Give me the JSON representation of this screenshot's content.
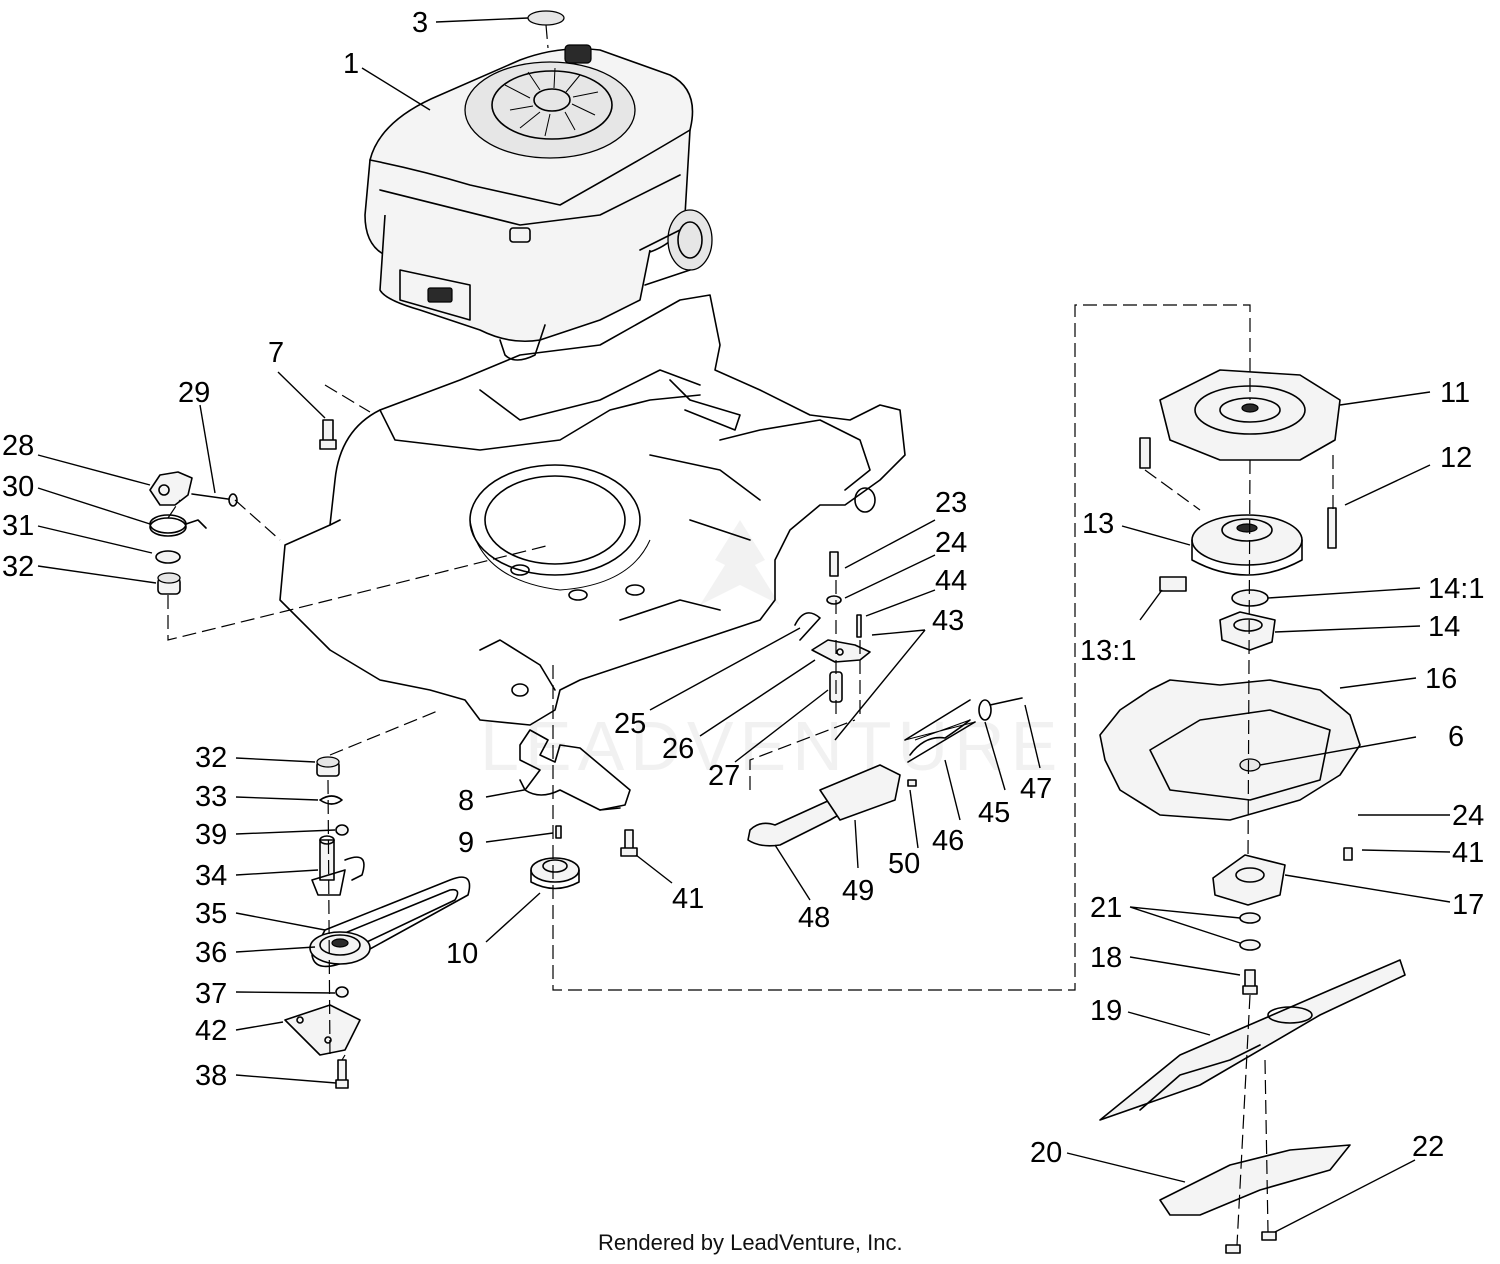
{
  "callouts": {
    "c1": "1",
    "c3": "3",
    "c6": "6",
    "c7": "7",
    "c8": "8",
    "c9": "9",
    "c10": "10",
    "c11": "11",
    "c12": "12",
    "c13": "13",
    "c13_1": "13:1",
    "c14": "14",
    "c14_1": "14:1",
    "c16": "16",
    "c17": "17",
    "c18": "18",
    "c19": "19",
    "c20": "20",
    "c21": "21",
    "c22": "22",
    "c23": "23",
    "c24a": "24",
    "c24b": "24",
    "c25": "25",
    "c26": "26",
    "c27": "27",
    "c28": "28",
    "c29": "29",
    "c30": "30",
    "c31": "31",
    "c32a": "32",
    "c32b": "32",
    "c33": "33",
    "c34": "34",
    "c35": "35",
    "c36": "36",
    "c37": "37",
    "c38": "38",
    "c39": "39",
    "c41a": "41",
    "c41b": "41",
    "c42": "42",
    "c43": "43",
    "c44": "44",
    "c45": "45",
    "c46": "46",
    "c47": "47",
    "c48": "48",
    "c49": "49",
    "c50": "50"
  },
  "watermark": "LEADVENTURE",
  "credit": "Rendered by LeadVenture, Inc."
}
